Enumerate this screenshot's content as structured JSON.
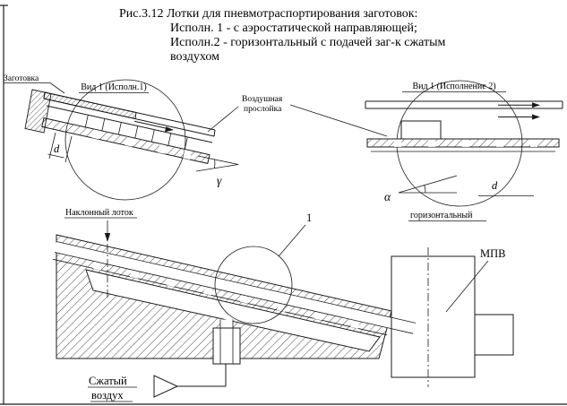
{
  "figure_title": {
    "line1": "Рис.3.12 Лотки для пневмотраспортирования заготовок:",
    "line2": "Исполн. 1 - с аэростатической направляющей;",
    "line3": "Исполн.2 - горизонтальный с подачей заг-к сжатым",
    "line4": "воздухом"
  },
  "left_view": {
    "workpiece_label": "Заготовка",
    "view_label": "Вид 1 (Исполн.1)",
    "dim_d": "d",
    "angle_gamma": "γ"
  },
  "air_gap_label": {
    "line1": "Воздушная",
    "line2": "прослойка"
  },
  "right_view": {
    "view_label": "Вид 1 (Исполнение 2)",
    "angle_alpha": "α",
    "dim_d": "d"
  },
  "main_view": {
    "inclined_tray_label": "Наклонный лоток",
    "detail_number": "1",
    "horizontal_label": "горизонтальный",
    "mpv_label": "МПВ",
    "compressed_air_line1": "Сжатый",
    "compressed_air_line2": "воздух"
  },
  "colors": {
    "line": "#1a1a1a",
    "background": "#ffffff"
  }
}
